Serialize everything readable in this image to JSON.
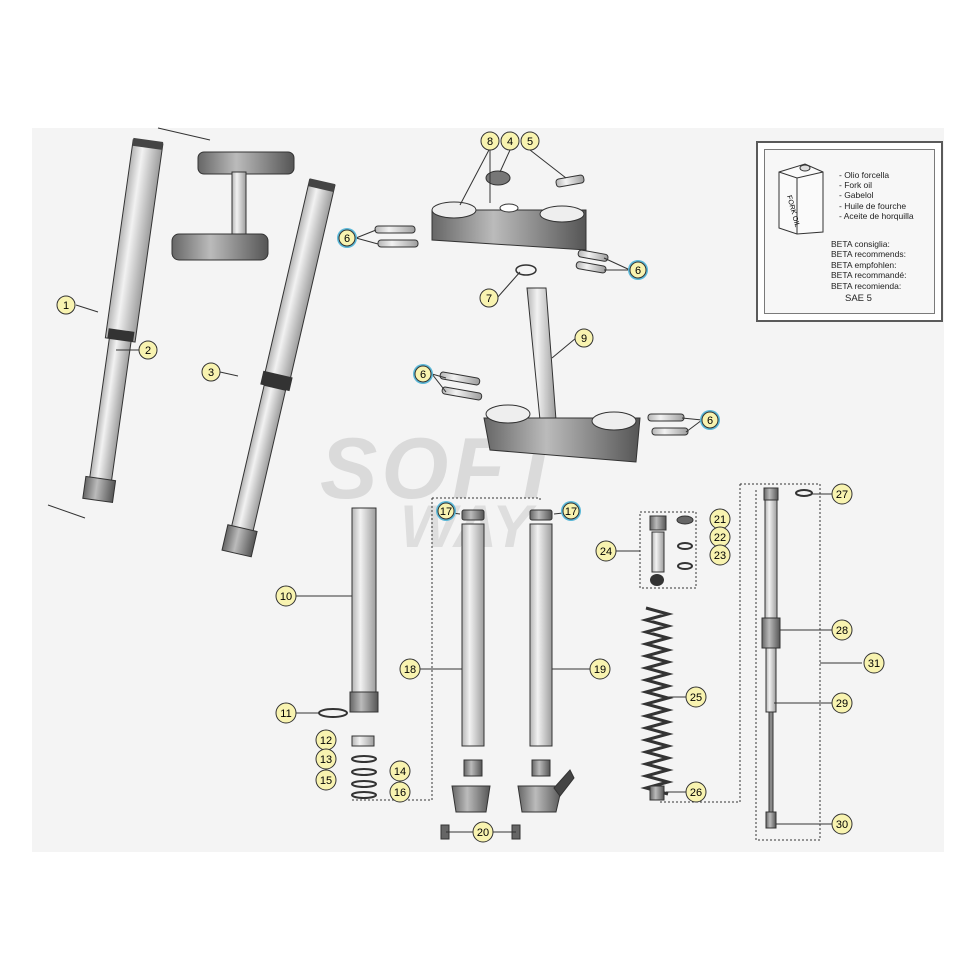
{
  "watermark": {
    "line1": "SOFT",
    "line2": "WAY"
  },
  "oil_box": {
    "can_label": "FORK OIL",
    "oil_names": [
      "- Olio forcella",
      "- Fork oil",
      "- Gabelol",
      "- Huile de fourche",
      "- Aceite de horquilla"
    ],
    "recommend": [
      "BETA consiglia:",
      "BETA recommends:",
      "BETA empfohlen:",
      "BETA recommandé:",
      "BETA recomienda:"
    ],
    "grade": "SAE 5"
  },
  "callouts": [
    "1",
    "2",
    "3",
    "4",
    "5",
    "6",
    "7",
    "8",
    "9",
    "10",
    "11",
    "12",
    "13",
    "14",
    "15",
    "16",
    "17",
    "18",
    "19",
    "20",
    "21",
    "22",
    "23",
    "24",
    "25",
    "26",
    "27",
    "28",
    "29",
    "30",
    "31"
  ],
  "highlighted_callouts": [
    "6",
    "17"
  ],
  "colors": {
    "callout_fill": "#f8f3b0",
    "callout_highlight_ring": "#5ab8d8",
    "line": "#222222",
    "part": "#d9d9d9"
  }
}
